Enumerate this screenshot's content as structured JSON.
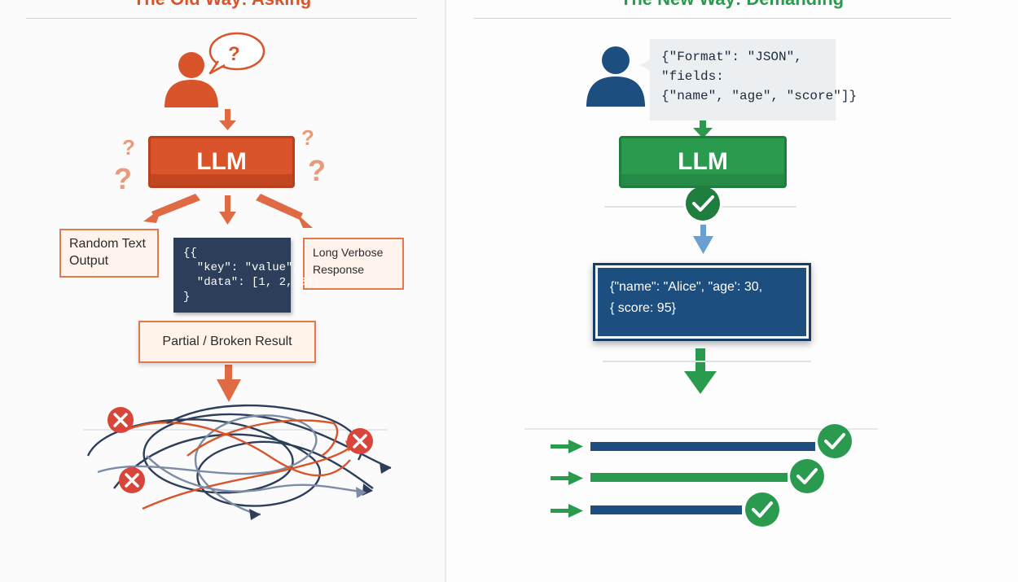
{
  "left": {
    "heading": "The Old Way: Asking",
    "llm_label": "LLM",
    "question_mark": "?",
    "random_text_output": "Random Text\nOutput",
    "long_verbose_response": "Long Verbose\nResponse",
    "json_snippet": "{{\n  \"key\": \"value\",\n  \"data\": [1, 2, 3]}\n}",
    "partial_broken_result": "Partial / Broken Result",
    "error_icon": "close-icon",
    "accent_color": "#d9542a"
  },
  "right": {
    "heading": "The New Way: Demanding",
    "prompt_bubble": "{\"Format\": \"JSON\",\n\"fields:\n{\"name\", \"age\", \"score\"]}",
    "llm_label": "LLM",
    "json_output": "{\"name\": \"Alice\", \"age': 30,\n{ score: 95}",
    "success_icon": "checkmark-icon",
    "accent_color": "#2a9a4e",
    "primary_color": "#1c4e80"
  }
}
